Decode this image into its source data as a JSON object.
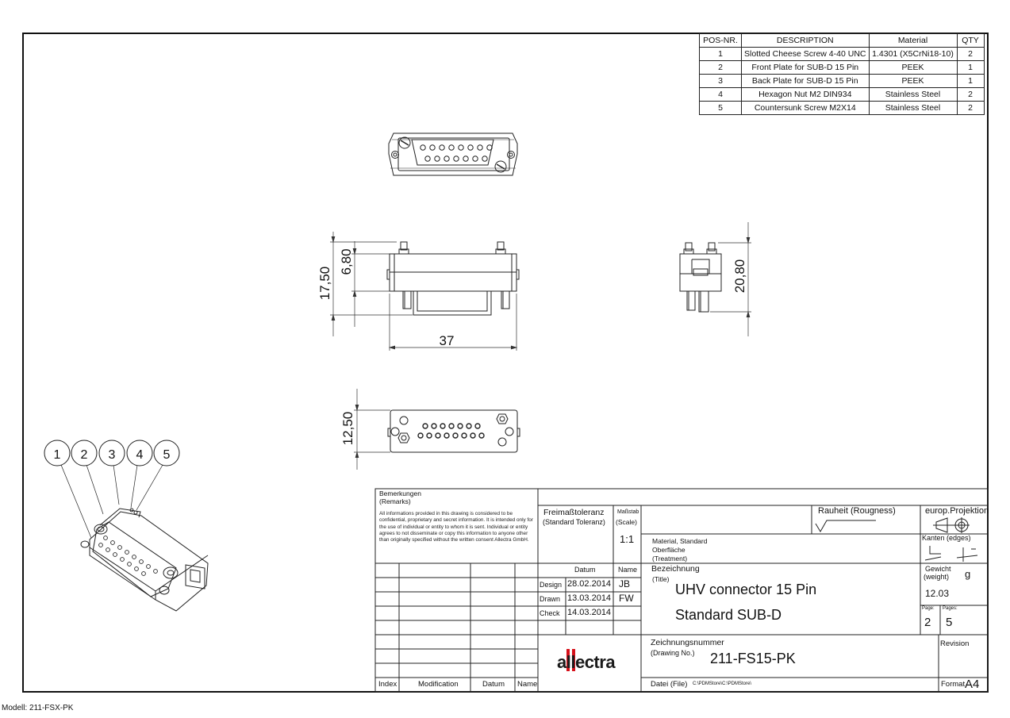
{
  "bom": {
    "headers": [
      "POS-NR.",
      "DESCRIPTION",
      "Material",
      "QTY"
    ],
    "rows": [
      {
        "pos": "1",
        "description": "Slotted Cheese Screw 4-40 UNC",
        "material": "1.4301 (X5CrNi18-10)",
        "qty": "2"
      },
      {
        "pos": "2",
        "description": "Front Plate for SUB-D 15 Pin",
        "material": "PEEK",
        "qty": "1"
      },
      {
        "pos": "3",
        "description": "Back Plate for SUB-D 15 Pin",
        "material": "PEEK",
        "qty": "1"
      },
      {
        "pos": "4",
        "description": "Hexagon Nut M2 DIN934",
        "material": "Stainless Steel",
        "qty": "2"
      },
      {
        "pos": "5",
        "description": "Countersunk Screw M2X14",
        "material": "Stainless Steel",
        "qty": "2"
      }
    ]
  },
  "dimensions": {
    "side_height_total": "17,50",
    "side_height_plate": "6,80",
    "side_width": "37",
    "end_height": "20,80",
    "bottom_height": "12,50"
  },
  "balloons": [
    "1",
    "2",
    "3",
    "4",
    "5"
  ],
  "title_block": {
    "remarks_label": "Bemerkungen",
    "remarks_label_en": "(Remarks)",
    "remarks_text": "All informations provided in this drawing is considered to be confidential, proprietary and secret information. It is intended only for the use of individual or entity to whom it is sent. Individual or entity agrees to not disseminate or copy this information to anyone other than originally specified without the written consent Allectra GmbH.",
    "tolerance_label": "Freimaßtoleranz",
    "tolerance_label_en": "(Standard Toleranz)",
    "scale_label": "Maßstab",
    "scale_label_en": "(Scale)",
    "scale_value": "1:1",
    "roughness_label": "Rauheit (Rougness)",
    "projection_label": "europ.Projektion",
    "material_label": "Material, Standard",
    "surface_label": "Oberfläche",
    "surface_label_en": "(Treatment)",
    "edges_label": "Kanten (edges)",
    "date_header": "Datum",
    "name_header": "Name",
    "rows": [
      {
        "label": "Design",
        "date": "28.02.2014",
        "name": "JB"
      },
      {
        "label": "Drawn",
        "date": "13.03.2014",
        "name": "FW"
      },
      {
        "label": "Check",
        "date": "14.03.2014",
        "name": ""
      }
    ],
    "title_label": "Bezeichnung",
    "title_label_en": "(Title)",
    "title_line1": "UHV connector 15 Pin",
    "title_line2": "Standard SUB-D",
    "weight_label": "Gewicht",
    "weight_label_en": "(weight)",
    "weight_unit": "g",
    "weight_value": "12.03",
    "page_label": "Page:",
    "pages_label": "Pages:",
    "page_value": "2",
    "pages_value": "5",
    "drawing_no_label": "Zeichnungsnummer",
    "drawing_no_label_en": "(Drawing No.)",
    "drawing_no": "211-FS15-PK",
    "revision_label": "Revision",
    "file_label": "Datei (File)",
    "file_value": "C:\\PDMStore\\C:\\PDMStore\\",
    "format_label": "Format",
    "format_value": "A4",
    "revision_headers": [
      "Index",
      "Modification",
      "Datum",
      "Name"
    ],
    "logo_text": "allectra"
  },
  "footer": {
    "model_label": "Modell: 211-FSX-PK"
  }
}
